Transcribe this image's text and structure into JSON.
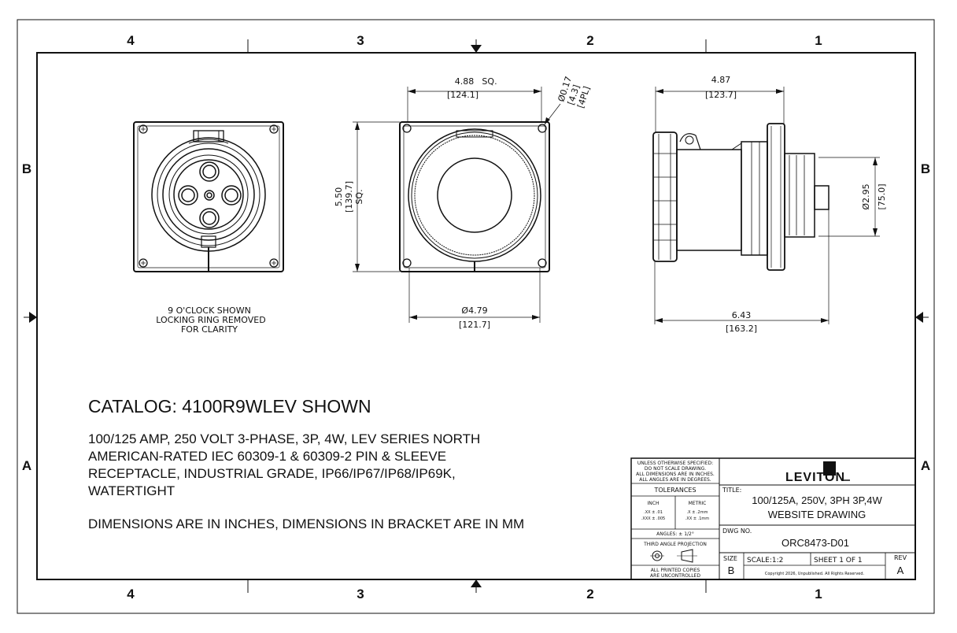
{
  "zones": {
    "top": [
      "4",
      "3",
      "2",
      "1"
    ],
    "bottom": [
      "4",
      "3",
      "2",
      "1"
    ],
    "left": [
      "B",
      "A"
    ],
    "right": [
      "B",
      "A"
    ]
  },
  "views": {
    "front_note": [
      "9 O'CLOCK SHOWN",
      "LOCKING RING REMOVED",
      "FOR CLARITY"
    ],
    "rear": {
      "width_in": "4.88",
      "width_sq": "SQ.",
      "width_mm": "[124.1]",
      "hole_in": "Ø0.17",
      "hole_mm": "[4.3]",
      "hole_qty": "[4PL]",
      "height_in": "5.50",
      "height_mm": "[139.7]",
      "height_sq": "SQ.",
      "bore_in": "Ø4.79",
      "bore_mm": "[121.7]"
    },
    "side": {
      "flange_in": "4.87",
      "flange_mm": "[123.7]",
      "body_dia_in": "Ø2.95",
      "body_dia_mm": "[75.0]",
      "length_in": "6.43",
      "length_mm": "[163.2]"
    }
  },
  "catalog": "CATALOG: 4100R9WLEV SHOWN",
  "description": [
    "100/125 AMP, 250 VOLT 3-PHASE, 3P, 4W, LEV SERIES NORTH",
    "AMERICAN-RATED IEC 60309-1 & 60309-2 PIN & SLEEVE",
    "RECEPTACLE, INDUSTRIAL GRADE, IP66/IP67/IP68/IP69K,",
    "WATERTIGHT"
  ],
  "dimensions_note": "DIMENSIONS ARE IN INCHES, DIMENSIONS IN BRACKET ARE IN MM",
  "title_block": {
    "unless": [
      "UNLESS OTHERWISE SPECIFIED:",
      "DO NOT SCALE DRAWING.",
      "ALL DIMENSIONS ARE IN INCHES.",
      "ALL ANGLES ARE IN DEGREES."
    ],
    "tolerances": "TOLERANCES",
    "inch": "INCH",
    "metric": "METRIC",
    "inch_tol": [
      ".XX  ±  .01",
      ".XXX  ±  .005"
    ],
    "metric_tol": [
      ".X  ±  .2mm",
      ".XX  ±  .1mm"
    ],
    "angles": "ANGLES: ± 1/2°",
    "projection": "THIRD ANGLE PROJECTION",
    "uncontrolled": [
      "ALL PRINTED COPIES",
      "ARE UNCONTROLLED"
    ],
    "logo": "LEVITON",
    "title_label": "TITLE:",
    "title": [
      "100/125A, 250V, 3PH 3P,4W",
      "WEBSITE DRAWING"
    ],
    "dwg_label": "DWG NO.",
    "dwg_no": "ORC8473-D01",
    "size_label": "SIZE",
    "size": "B",
    "scale": "SCALE:1:2",
    "sheet": "SHEET 1 OF 1",
    "rev_label": "REV",
    "rev": "A",
    "copyright": "Copyright 2026, Unpublished. All Rights Reserved."
  }
}
